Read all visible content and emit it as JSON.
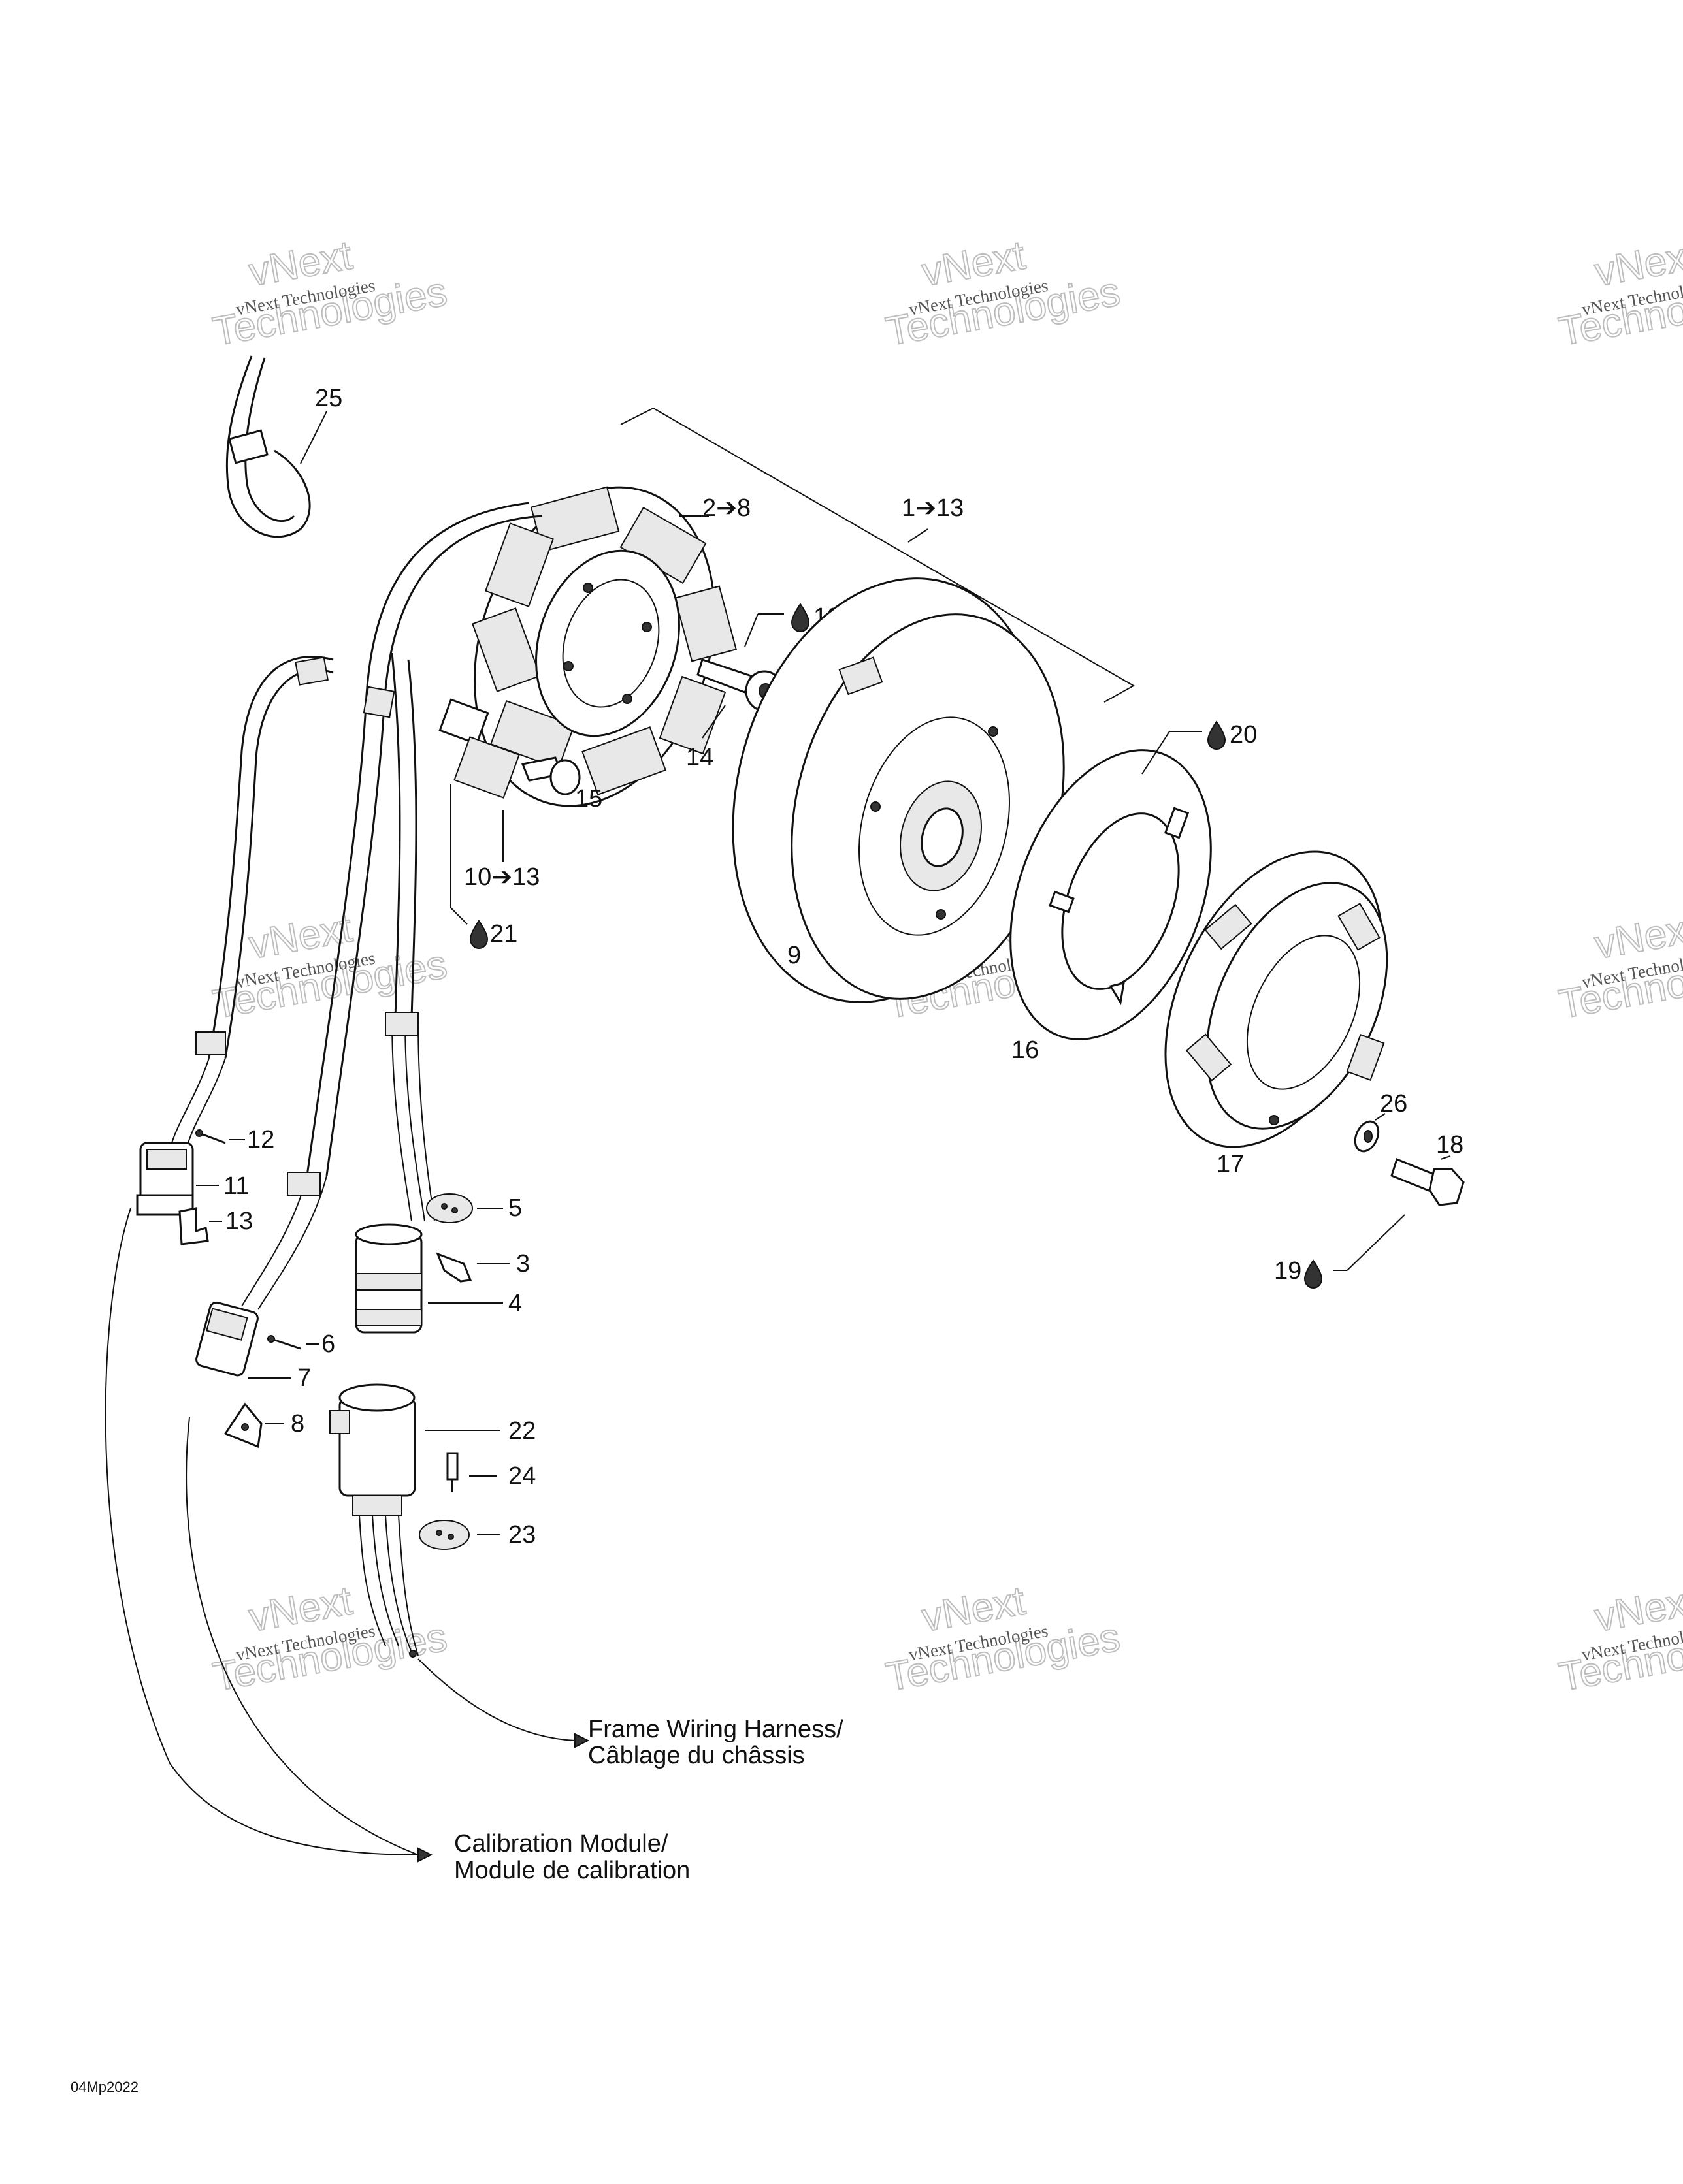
{
  "watermark": {
    "small": "vNext Technologies",
    "big_1": "vNext",
    "big_2": "Technologies"
  },
  "callouts": {
    "c25": "25",
    "c2_8": "2➔8",
    "c1_13": "1➔13",
    "c19_bolt": "19",
    "c14": "14",
    "c15": "15",
    "c10_13": "10➔13",
    "c21": "21",
    "c9": "9",
    "c20": "20",
    "c16": "16",
    "c17": "17",
    "c26": "26",
    "c18": "18",
    "c19_lower": "19",
    "c12": "12",
    "c11": "11",
    "c13": "13",
    "c5": "5",
    "c3": "3",
    "c4": "4",
    "c6": "6",
    "c7": "7",
    "c8": "8",
    "c22": "22",
    "c24": "24",
    "c23": "23"
  },
  "notes": {
    "frame_line1": "Frame Wiring Harness/",
    "frame_line2": "Câblage du châssis",
    "calib_line1": "Calibration Module/",
    "calib_line2": "Module de calibration"
  },
  "figure_code": "04Mp2022"
}
